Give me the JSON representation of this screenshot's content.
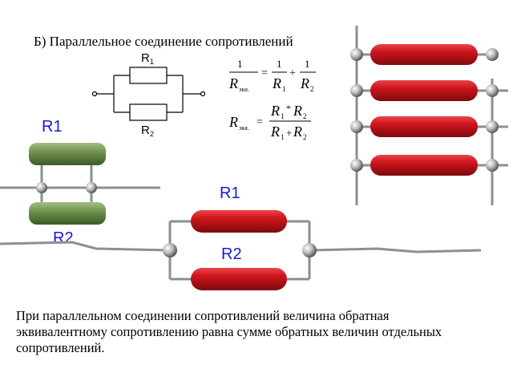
{
  "title": "Б) Параллельное соединение сопротивлений",
  "schematic": {
    "r1_label": "R",
    "r1_sub": "1",
    "r2_label": "R",
    "r2_sub": "2"
  },
  "formula1": {
    "lhs_num": "1",
    "lhs_den": "R",
    "lhs_den_sub": "экв.",
    "eq": "=",
    "t1_num": "1",
    "t1_den": "R",
    "t1_den_sub": "1",
    "plus": "+",
    "t2_num": "1",
    "t2_den": "R",
    "t2_den_sub": "2"
  },
  "formula2": {
    "lhs": "R",
    "lhs_sub": "экв.",
    "eq": "=",
    "num": "R",
    "num_sub1": "1",
    "num_op": "*",
    "num2": "R",
    "num_sub2": "2",
    "den": "R",
    "den_sub1": "1",
    "den_op": "+",
    "den2": "R",
    "den_sub2": "2"
  },
  "photo_labels": {
    "left_r1": "R1",
    "left_r2": "R2",
    "center_r1": "R1",
    "center_r2": "R2"
  },
  "caption": "При параллельном соединении сопротивлений величина обратная эквивалентному сопротивлению равна сумме обратных величин отдельных сопротивлений.",
  "colors": {
    "resistor_red": "#c8151c",
    "resistor_green": "#6b8f4a",
    "label_blue": "#1a1ad6",
    "wire": "#9aa0a6"
  }
}
